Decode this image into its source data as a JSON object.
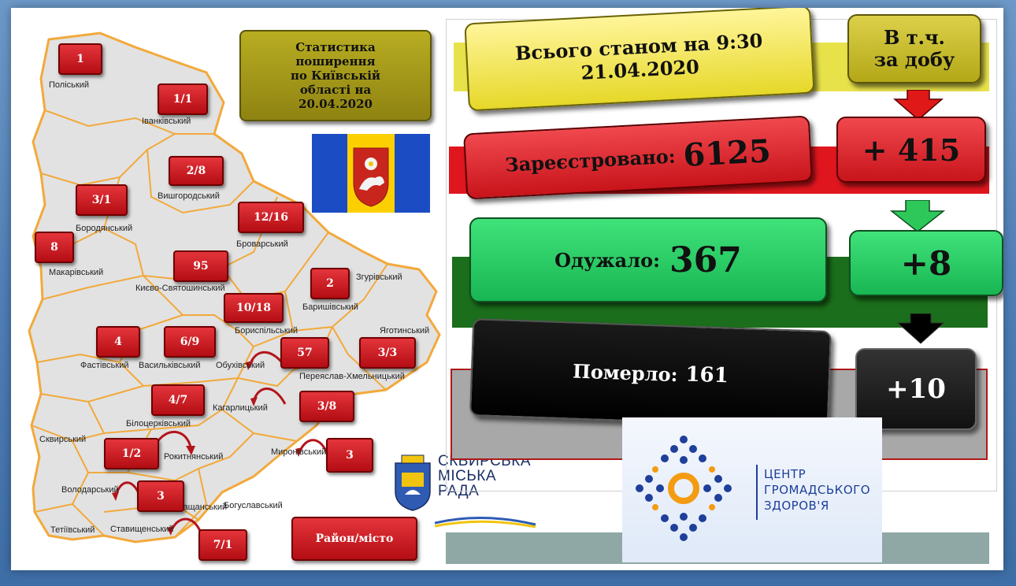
{
  "title_box": {
    "line1": "Статистика",
    "line2": "поширення",
    "line3": "по Київській",
    "line4": "області на",
    "line5": "20.04.2020"
  },
  "header": {
    "line1": "Всього станом на 9:30",
    "line2": "21.04.2020"
  },
  "daily_header": {
    "line1": "В т.ч.",
    "line2": "за добу"
  },
  "registered": {
    "label": "Зареєстровано:",
    "value": "6125",
    "daily": "+ 415"
  },
  "recovered": {
    "label": "Одужало:",
    "value": "367",
    "daily": "+8"
  },
  "died": {
    "label": "Померло:",
    "value": "161",
    "daily": "+10"
  },
  "legend": "Район/місто",
  "colors": {
    "red": "#d11a22",
    "green": "#22c463",
    "dark_green": "#1d6b1d",
    "black": "#111111",
    "olive": "#a89a17",
    "frame_blue": "#5a8ac0"
  },
  "districts": [
    {
      "name": "Поліський",
      "count": "1"
    },
    {
      "name": "Іванківський",
      "count": "1/1"
    },
    {
      "name": "Вишгородський",
      "count": "2/8"
    },
    {
      "name": "Бородянський",
      "count": "3/1"
    },
    {
      "name": "Броварський",
      "count": "12/16"
    },
    {
      "name": "Макарівський",
      "count": "8"
    },
    {
      "name": "Києво-Святошинський",
      "count": "95"
    },
    {
      "name": "Згурівський",
      "count": ""
    },
    {
      "name": "Баришівський",
      "count": "2"
    },
    {
      "name": "Бориспільський",
      "count": "10/18"
    },
    {
      "name": "Яготинський",
      "count": ""
    },
    {
      "name": "Фастівський",
      "count": "4"
    },
    {
      "name": "Васильківський",
      "count": "6/9"
    },
    {
      "name": "Обухівський",
      "count": "57"
    },
    {
      "name": "Переяслав-Хмельницький",
      "count": "3/3"
    },
    {
      "name": "Білоцерківський",
      "count": "4/7"
    },
    {
      "name": "Кагарлицький",
      "count": "3/8"
    },
    {
      "name": "Сквирський",
      "count": ""
    },
    {
      "name": "Рокитнянський",
      "count": "1/2"
    },
    {
      "name": "Миронівський",
      "count": "3"
    },
    {
      "name": "Володарський",
      "count": ""
    },
    {
      "name": "Таращанський",
      "count": "3"
    },
    {
      "name": "Богуславський",
      "count": ""
    },
    {
      "name": "Тетіївський",
      "count": ""
    },
    {
      "name": "Ставищенський",
      "count": "7/1"
    }
  ],
  "skvyra_logo": {
    "line1": "СКВИРСЬКА",
    "line2": "МІСЬКА",
    "line3": "РАДА"
  },
  "cgz_logo": {
    "line1": "ЦЕНТР",
    "line2": "ГРОМАДСЬКОГО",
    "line3": "ЗДОРОВ'Я"
  }
}
